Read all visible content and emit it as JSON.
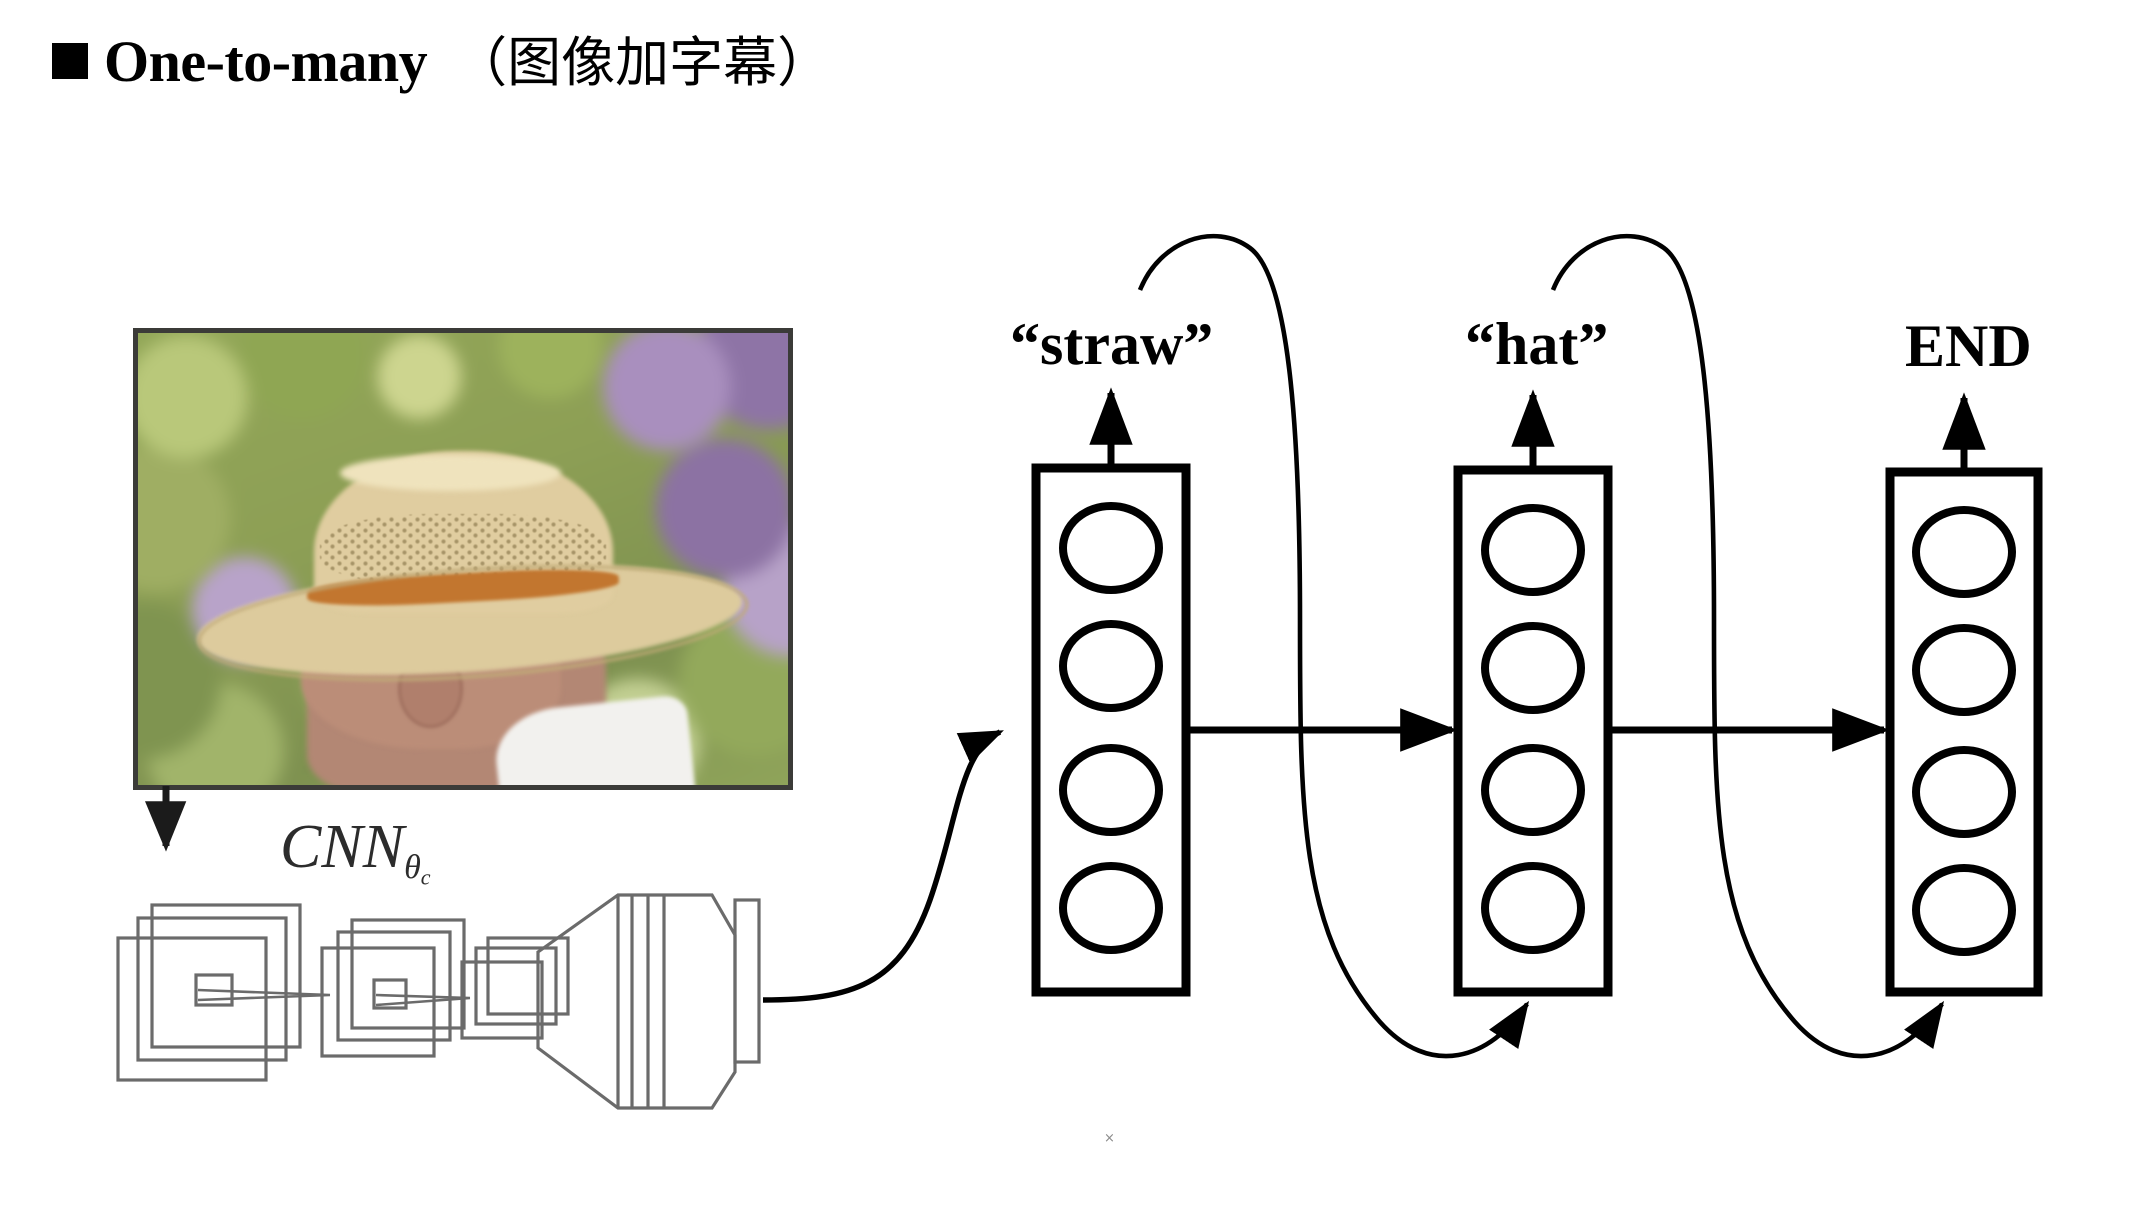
{
  "slide": {
    "title_bullet": "■",
    "title_en": "One-to-many",
    "title_cn": "（图像加字幕）",
    "background_color": "#ffffff",
    "stray_mark": "×"
  },
  "encoder": {
    "photo": {
      "alt": "Side profile of an elderly man wearing a straw hat with an orange band, blurred green and purple flowers behind him",
      "border_color": "#3b3b38"
    },
    "down_arrow_name": "image-to-cnn-arrow",
    "cnn_label": "CNN",
    "cnn_subscript": "θ",
    "cnn_subscript_sub": "c",
    "feature_map_groups": 3,
    "connector_name": "cnn-to-rnn-curve"
  },
  "decoder": {
    "outputs": [
      {
        "id": "t1",
        "label": "“straw”"
      },
      {
        "id": "t2",
        "label": "“hat”"
      },
      {
        "id": "t3",
        "label": "END"
      }
    ],
    "rnn_cells": [
      {
        "id": "cell-1",
        "units": 4
      },
      {
        "id": "cell-2",
        "units": 4
      },
      {
        "id": "cell-3",
        "units": 4
      }
    ],
    "hidden_state_arrows": 2,
    "feedback_arrows": 2,
    "stroke_color": "#000000"
  },
  "chart_data": {
    "type": "diagram",
    "title": "One-to-many （图像加字幕）",
    "description": "CNN image encoder feeding a recurrent decoder that emits one word per time step",
    "nodes": [
      {
        "id": "image",
        "label": "photo of man in straw hat",
        "type": "input-image"
      },
      {
        "id": "cnn",
        "label": "CNN θc",
        "type": "encoder"
      },
      {
        "id": "cell-1",
        "label": "RNN cell 1",
        "type": "rnn-cell",
        "units": 4
      },
      {
        "id": "cell-2",
        "label": "RNN cell 2",
        "type": "rnn-cell",
        "units": 4
      },
      {
        "id": "cell-3",
        "label": "RNN cell 3",
        "type": "rnn-cell",
        "units": 4
      },
      {
        "id": "t1",
        "label": "“straw”",
        "type": "output-word"
      },
      {
        "id": "t2",
        "label": "“hat”",
        "type": "output-word"
      },
      {
        "id": "t3",
        "label": "END",
        "type": "output-word"
      }
    ],
    "edges": [
      {
        "from": "image",
        "to": "cnn",
        "style": "straight-arrow"
      },
      {
        "from": "cnn",
        "to": "cell-1",
        "style": "curve"
      },
      {
        "from": "cell-1",
        "to": "t1",
        "style": "straight-arrow"
      },
      {
        "from": "cell-2",
        "to": "t2",
        "style": "straight-arrow"
      },
      {
        "from": "cell-3",
        "to": "t3",
        "style": "straight-arrow"
      },
      {
        "from": "cell-1",
        "to": "cell-2",
        "style": "straight-arrow"
      },
      {
        "from": "cell-2",
        "to": "cell-3",
        "style": "straight-arrow"
      },
      {
        "from": "t1",
        "to": "cell-2",
        "style": "feedback-curve"
      },
      {
        "from": "t2",
        "to": "cell-3",
        "style": "feedback-curve"
      }
    ]
  }
}
